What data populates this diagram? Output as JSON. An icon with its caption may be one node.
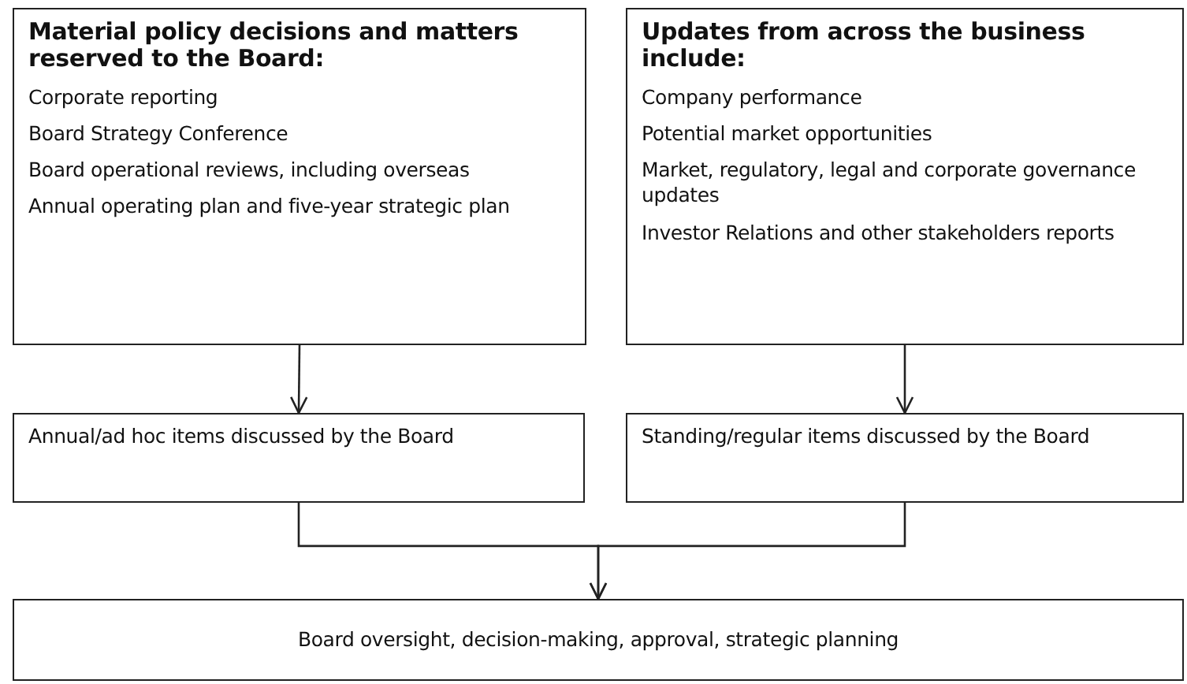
{
  "diagram": {
    "nodes": [
      {
        "text": [
          "Material policy decisions and matters reserved to the Board:",
          "Corporate reporting",
          "Board Strategy Conference",
          "Board operational reviews, including overseas",
          "Annual operating plan and five-year strategic plan"
        ]
      },
      {
        "text": [
          "Updates from across the business include:",
          "Company performance",
          "Potential market opportunities",
          "Market, regulatory, legal and corporate governance updates",
          "Investor Relations and other stakeholders reports"
        ]
      },
      {
        "text": [
          "Annual/ad hoc items discussed by the Board"
        ]
      },
      {
        "text": [
          "Standing/regular items discussed by the Board"
        ]
      },
      {
        "text": [
          "Board oversight, decision-making, approval, strategic planning"
        ]
      }
    ],
    "edges": [
      {
        "from": 0,
        "to": 2,
        "arrow": "to"
      },
      {
        "from": 1,
        "to": 3,
        "arrow": "to"
      },
      {
        "from": 2,
        "to": 4,
        "arrow": "to"
      },
      {
        "from": 3,
        "to": 4,
        "arrow": "to"
      }
    ]
  }
}
